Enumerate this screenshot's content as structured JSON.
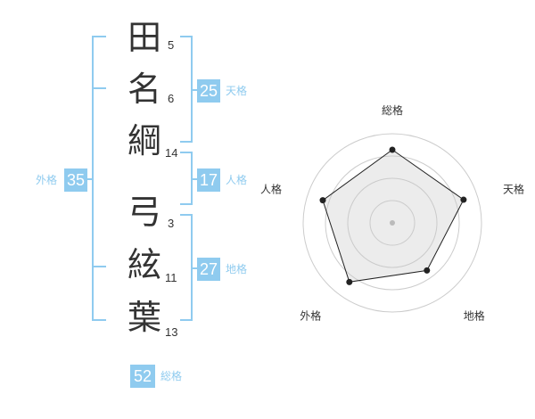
{
  "name_chars": [
    {
      "char": "田",
      "strokes": "5"
    },
    {
      "char": "名",
      "strokes": "6"
    },
    {
      "char": "綱",
      "strokes": "14"
    },
    {
      "char": "弓",
      "strokes": "3"
    },
    {
      "char": "絃",
      "strokes": "11"
    },
    {
      "char": "葉",
      "strokes": "13"
    }
  ],
  "kakaku": {
    "tenkaku": {
      "value": "25",
      "label": "天格"
    },
    "jinkaku": {
      "value": "17",
      "label": "人格"
    },
    "chikaku": {
      "value": "27",
      "label": "地格"
    },
    "gaikaku": {
      "value": "35",
      "label": "外格"
    },
    "soukaku": {
      "value": "52",
      "label": "総格"
    }
  },
  "colors": {
    "accent": "#8fcbef",
    "text": "#333333"
  },
  "chart_data": {
    "type": "radar",
    "axes": [
      "総格",
      "天格",
      "地格",
      "外格",
      "人格"
    ],
    "values": [
      0.82,
      0.84,
      0.66,
      0.82,
      0.82
    ],
    "max": 1,
    "rings": 4
  }
}
